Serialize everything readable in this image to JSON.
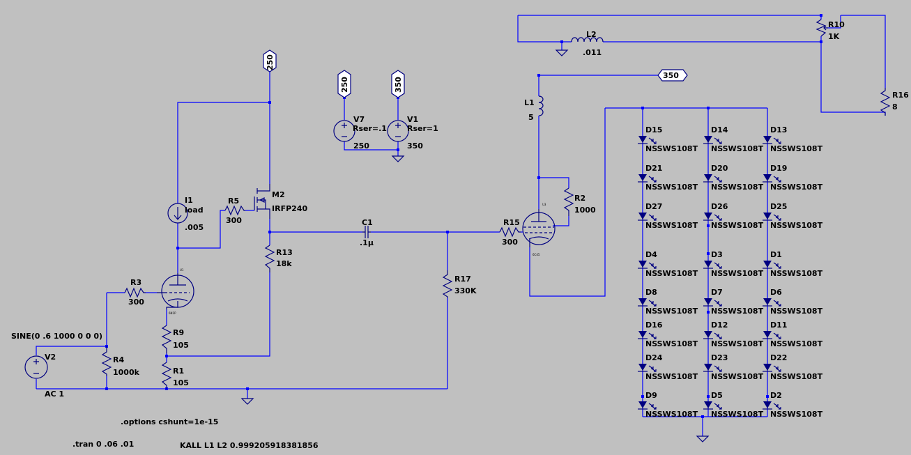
{
  "components": {
    "I1": {
      "name": "I1",
      "value": "load",
      "extra": ".005"
    },
    "R5": {
      "name": "R5",
      "value": "300"
    },
    "M2": {
      "name": "M2",
      "value": "IRFP240"
    },
    "R13": {
      "name": "R13",
      "value": "18k"
    },
    "R3": {
      "name": "R3",
      "value": "300"
    },
    "R9": {
      "name": "R9",
      "value": "105"
    },
    "R1": {
      "name": "R1",
      "value": "105"
    },
    "R4": {
      "name": "R4",
      "value": "1000k"
    },
    "V2": {
      "name": "V2",
      "value": "AC 1",
      "spec": "SINE(0 .6 1000 0 0 0)"
    },
    "C1": {
      "name": "C1",
      "value": ".1µ"
    },
    "R17": {
      "name": "R17",
      "value": "330K"
    },
    "V7": {
      "name": "V7",
      "value": "250",
      "rser": "Rser=.1"
    },
    "V1": {
      "name": "V1",
      "value": "350",
      "rser": "Rser=1"
    },
    "L1": {
      "name": "L1",
      "value": "5"
    },
    "R2": {
      "name": "R2",
      "value": "1000"
    },
    "R15": {
      "name": "R15",
      "value": "300"
    },
    "L2": {
      "name": "L2",
      "value": ".011"
    },
    "R10": {
      "name": "R10",
      "value": "1K"
    },
    "R16": {
      "name": "R16",
      "value": "8"
    },
    "U1": {
      "tiny_label": "U1"
    },
    "U3": {
      "tiny_label": "U3"
    },
    "U1_model": {
      "tiny_label": "6N1P"
    },
    "U3_model": {
      "tiny_label": "6C45"
    }
  },
  "net_labels": {
    "n250_m2": "250",
    "n250_v7": "250",
    "n350_v1": "350",
    "n350_l1": "350"
  },
  "led_model": "NSSWS108T",
  "led_columns": [
    [
      "D15",
      "D21",
      "D27",
      "D4",
      "D8",
      "D16",
      "D24",
      "D9"
    ],
    [
      "D14",
      "D20",
      "D26",
      "D3",
      "D7",
      "D12",
      "D23",
      "D5"
    ],
    [
      "D13",
      "D19",
      "D25",
      "D1",
      "D6",
      "D11",
      "D22",
      "D2"
    ]
  ],
  "directives": {
    "options": ".options cshunt=1e-15",
    "tran": ".tran 0 .06 .01",
    "kall": "KALL L1 L2 0.999205918381856"
  },
  "colors": {
    "background": "#c0c0c0",
    "wire": "#0000ff",
    "symbol": "#000080",
    "text": "#000000"
  }
}
